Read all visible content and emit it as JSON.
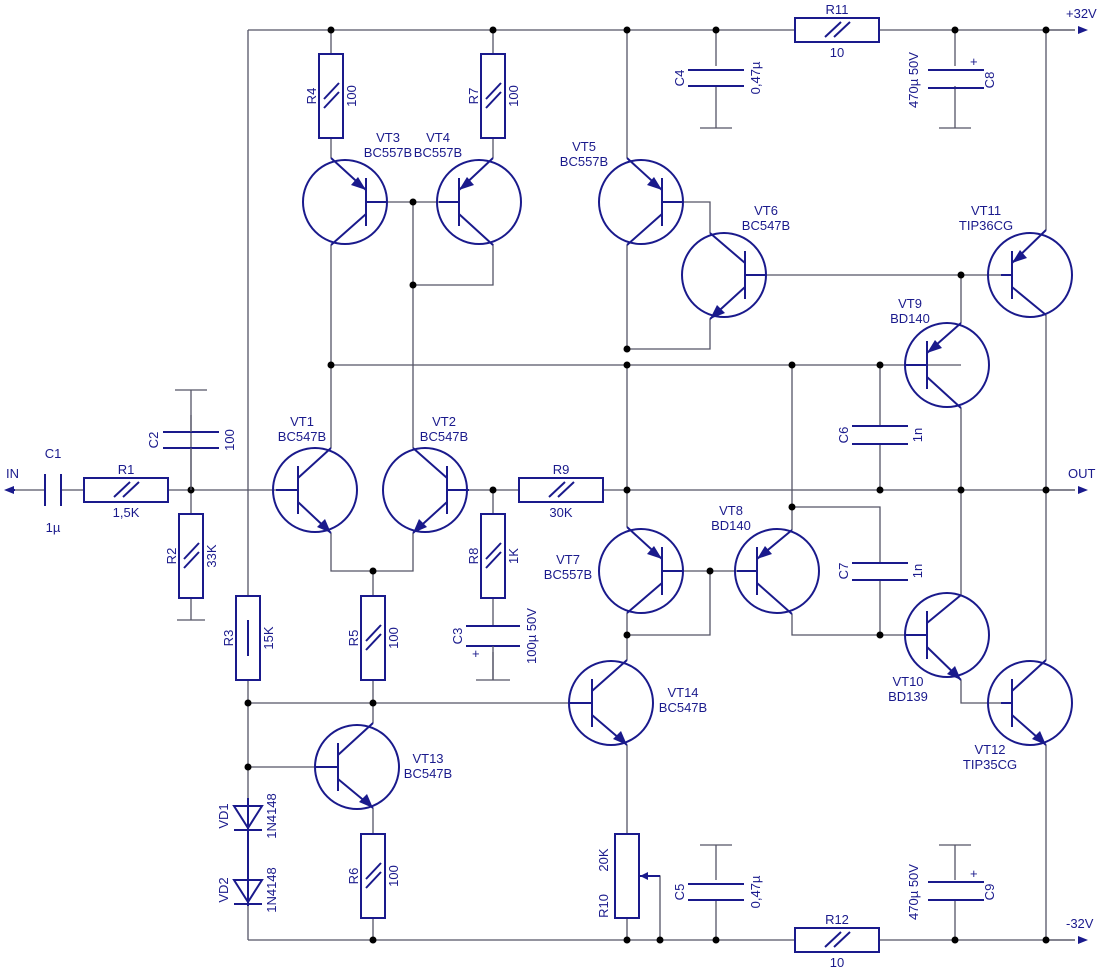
{
  "terminals": {
    "in": "IN",
    "out": "OUT",
    "vpos": "+32V",
    "vneg": "-32V"
  },
  "resistors": [
    {
      "ref": "R1",
      "value": "1,5K"
    },
    {
      "ref": "R2",
      "value": "33K"
    },
    {
      "ref": "R3",
      "value": "15K"
    },
    {
      "ref": "R4",
      "value": "100"
    },
    {
      "ref": "R5",
      "value": "100"
    },
    {
      "ref": "R6",
      "value": "100"
    },
    {
      "ref": "R7",
      "value": "100"
    },
    {
      "ref": "R8",
      "value": "1K"
    },
    {
      "ref": "R9",
      "value": "30K"
    },
    {
      "ref": "R10",
      "value": "20K"
    },
    {
      "ref": "R11",
      "value": "10"
    },
    {
      "ref": "R12",
      "value": "10"
    }
  ],
  "capacitors": [
    {
      "ref": "C1",
      "value": "1µ"
    },
    {
      "ref": "C2",
      "value": "100"
    },
    {
      "ref": "C3",
      "value": "100µ 50V"
    },
    {
      "ref": "C4",
      "value": "0,47µ"
    },
    {
      "ref": "C5",
      "value": "0,47µ"
    },
    {
      "ref": "C6",
      "value": "1n"
    },
    {
      "ref": "C7",
      "value": "1n"
    },
    {
      "ref": "C8",
      "value": "470µ 50V"
    },
    {
      "ref": "C9",
      "value": "470µ 50V"
    }
  ],
  "transistors": [
    {
      "ref": "VT1",
      "part": "BC547B"
    },
    {
      "ref": "VT2",
      "part": "BC547B"
    },
    {
      "ref": "VT3",
      "part": "BC557B"
    },
    {
      "ref": "VT4",
      "part": "BC557B"
    },
    {
      "ref": "VT5",
      "part": "BC557B"
    },
    {
      "ref": "VT6",
      "part": "BC547B"
    },
    {
      "ref": "VT7",
      "part": "BC557B"
    },
    {
      "ref": "VT8",
      "part": "BD140"
    },
    {
      "ref": "VT9",
      "part": "BD140"
    },
    {
      "ref": "VT10",
      "part": "BD139"
    },
    {
      "ref": "VT11",
      "part": "TIP36CG"
    },
    {
      "ref": "VT12",
      "part": "TIP35CG"
    },
    {
      "ref": "VT13",
      "part": "BC547B"
    },
    {
      "ref": "VT14",
      "part": "BC547B"
    }
  ],
  "diodes": [
    {
      "ref": "VD1",
      "part": "1N4148"
    },
    {
      "ref": "VD2",
      "part": "1N4148"
    }
  ],
  "colors": {
    "component": "#1a1a8c",
    "wire": "#555566",
    "junction": "#000000",
    "background": "#ffffff"
  }
}
